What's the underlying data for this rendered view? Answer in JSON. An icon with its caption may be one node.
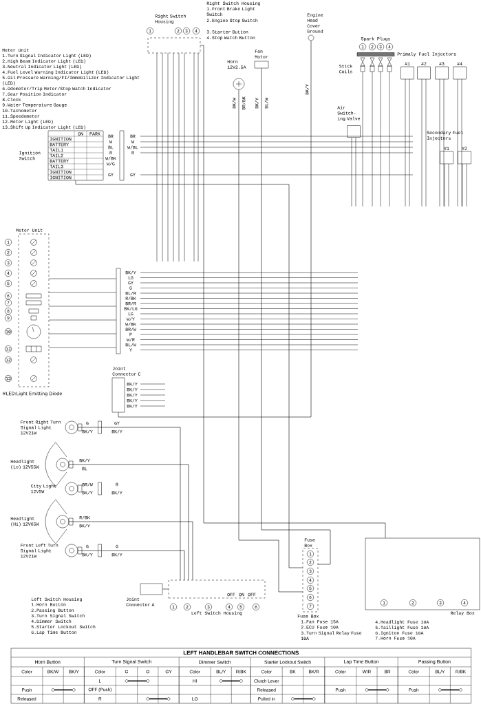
{
  "diagram": {
    "nodes": [
      {
        "text": [
          "Meter Unit"
        ]
      },
      {
        "text": [
          "Ignition Switch"
        ]
      },
      {
        "text": [
          "Right Switch Housing"
        ]
      },
      {
        "text": [
          "Horn 12V2.5A"
        ]
      },
      {
        "text": [
          "Fan Motor"
        ]
      },
      {
        "text": [
          "Engine Head Cover Ground"
        ]
      },
      {
        "text": [
          "Spark Plugs"
        ]
      },
      {
        "text": [
          "Stick Coils"
        ]
      },
      {
        "text": [
          "#1"
        ]
      },
      {
        "text": [
          "#2"
        ]
      },
      {
        "text": [
          "#3"
        ]
      },
      {
        "text": [
          "#4"
        ]
      },
      {
        "text": [
          "Air Switch-ing Valve"
        ]
      },
      {
        "text": [
          "#1"
        ]
      },
      {
        "text": [
          "#2"
        ]
      },
      {
        "text": [
          "Joint Connector C"
        ]
      },
      {
        "text": [
          "Front Right Turn Signal Light 12V21W"
        ]
      },
      {
        "text": [
          "Headlight (Lo) 12V55W"
        ]
      },
      {
        "text": [
          "City Light 12V5W"
        ]
      },
      {
        "text": [
          "Headlight (Hi) 12V65W"
        ]
      },
      {
        "text": [
          "Front Left Turn Signal Light 12V21W"
        ]
      },
      {
        "text": [
          "Joint Connector A"
        ]
      },
      {
        "text": [
          "Left Switch Housing"
        ]
      },
      {
        "text": [
          "Fuse Box"
        ]
      },
      {
        "text": [
          "Relay Box"
        ]
      }
    ],
    "edges": [
      {
        "from": 1,
        "to": 23,
        "arrow": "none"
      },
      {
        "from": 4,
        "to": 23,
        "arrow": "none"
      },
      {
        "from": 3,
        "to": 23,
        "arrow": "none"
      },
      {
        "from": 16,
        "to": 22,
        "arrow": "none"
      },
      {
        "from": 20,
        "to": 22,
        "arrow": "none"
      },
      {
        "from": 17,
        "to": 22,
        "arrow": "none"
      },
      {
        "from": 19,
        "to": 22,
        "arrow": "none"
      },
      {
        "from": 21,
        "to": 22,
        "arrow": "none"
      },
      {
        "from": 15,
        "to": 5,
        "arrow": "none"
      },
      {
        "from": 2,
        "to": 24,
        "arrow": "none"
      }
    ],
    "labels": [
      "Right Switch Housing",
      "1.Front Brake Light Switch",
      "2.Engine Stop Switch",
      "3.Starter Button",
      "4.Stop Watch Button",
      "1",
      "2",
      "3",
      "4",
      "Meter Unit",
      "1.Turn Signal Indicator Light (LED)",
      "2.High Beam Indicator Light (LED)",
      "3.Neutral Indicator Light (LED)",
      "4.Fuel Level Warning Indicator Light (LED)",
      "5.Oil Pressure Warning/FI/Immobilizer Indicator Light (LED)",
      "6.Odometer/Trip Meter/Stop Watch Indicator",
      "7.Gear Position Indicator",
      "8.Clock",
      "9.Water Temperature Gauge",
      "10.Tachometer",
      "11.Speedometer",
      "12.Meter Light (LED)",
      "13.Shift Up Indicator Light (LED)",
      "ON",
      "PARK",
      "IGNITION",
      "BATTERY",
      "TAIL1",
      "TAIL2",
      "BATTERY",
      "TAIL3",
      "IGNITION",
      "IGNITION",
      "BR",
      "W",
      "BL",
      "R",
      "W/BK",
      "W/G",
      "GY",
      "BR",
      "W",
      "W/BL",
      "R",
      "GY",
      "1",
      "2",
      "3",
      "4",
      "Primaly Fuel Injectors",
      "Secondary Fuel Injectors",
      "1",
      "2",
      "3",
      "4",
      "5",
      "6",
      "7",
      "8",
      "9",
      "10",
      "11",
      "12",
      "13",
      "BK/Y",
      "LG",
      "GY",
      "G",
      "BL/R",
      "R/BK",
      "BR/R",
      "BK/LG",
      "LG",
      "W/Y",
      "W/BK",
      "BR/W",
      "P",
      "W/R",
      "BL/W",
      "Y",
      "BK/Y",
      "BK/Y",
      "BK/Y",
      "BK/Y",
      "BK/Y",
      "G",
      "BK/Y",
      "GY",
      "BK/Y",
      "BK/Y",
      "BL",
      "BR/W",
      "BK/Y",
      "R",
      "BK/Y",
      "R/BK",
      "BK/Y",
      "G",
      "BK/Y",
      "G",
      "BK/Y",
      "※LED:Light Emitting Diode",
      "Left Switch Housing",
      "1.Horn Button",
      "2.Passing Button",
      "3.Turn Signal Switch",
      "4.Dimmer Switch",
      "5.Starter Lockout Switch",
      "6.Lap Time Button",
      "1",
      "2",
      "3",
      "4",
      "5",
      "6",
      "OFF",
      "ON",
      "OFF",
      "Fuse Box",
      "1.Fan Fuse 15A",
      "2.ECU Fuse 10A",
      "3.Turn Signal Relay Fuse 10A",
      "4.Headlight Fuse 10A",
      "5.Taillight Fuse 10A",
      "6.Igniton Fuse 10A",
      "7.Horn Fuse 10A",
      "1",
      "2",
      "3",
      "4",
      "5",
      "6",
      "7",
      "1",
      "2",
      "3",
      "4",
      "BK/W",
      "BR/BK",
      "BK/Y",
      "BL/W",
      "BK/Y",
      "LEFT HANDLEBAR SWITCH CONNECTIONS",
      "Horn Button",
      "Turn Signal Switch",
      "Dimmer Switch",
      "Starter Lockout Switch",
      "Lap Time Button",
      "Passing Button",
      "Color",
      "BK/W",
      "BK/Y",
      "Color",
      "G",
      "O",
      "GY",
      "Color",
      "BL/Y",
      "R/BK",
      "Color",
      "BK",
      "BK/R",
      "Color",
      "W/R",
      "BR",
      "Color",
      "BL/Y",
      "R/BK",
      "L",
      "HI",
      "Clutch Lever",
      "Push",
      "OFF (Push)",
      "Released",
      "Push",
      "Push",
      "Released",
      "R",
      "LO",
      "Pulled in"
    ]
  }
}
